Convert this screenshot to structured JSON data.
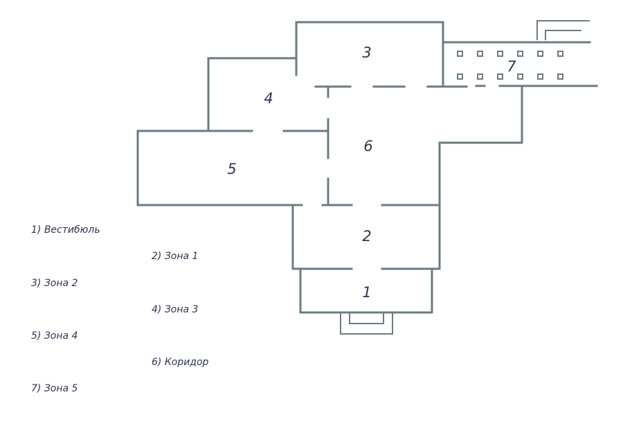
{
  "colors": {
    "wall": "#6b7b82",
    "text": "#2c3450",
    "background": "#ffffff"
  },
  "rooms": [
    {
      "number": "1"
    },
    {
      "number": "2"
    },
    {
      "number": "3"
    },
    {
      "number": "4"
    },
    {
      "number": "5"
    },
    {
      "number": "6"
    },
    {
      "number": "7"
    }
  ],
  "legend": [
    {
      "label": "1) Вестибюль"
    },
    {
      "label": "2) Зона 1"
    },
    {
      "label": "3) Зона 2"
    },
    {
      "label": "4) Зона 3"
    },
    {
      "label": "5) Зона 4"
    },
    {
      "label": "6) Коридор"
    },
    {
      "label": "7) Зона 5"
    }
  ]
}
